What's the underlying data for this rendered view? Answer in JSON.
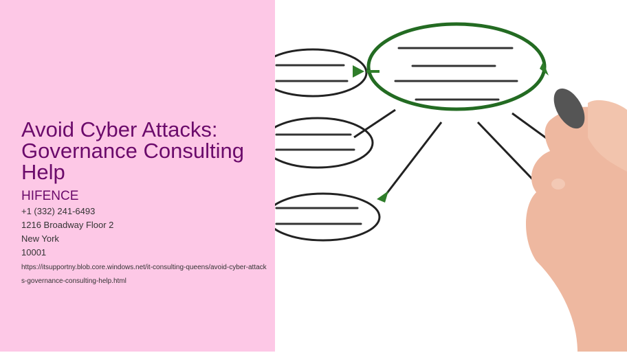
{
  "title": "Avoid Cyber Attacks: Governance Consulting Help",
  "company": "HIFENCE",
  "phone": "+1 (332) 241-6493",
  "address": "1216 Broadway Floor 2",
  "city": "New York",
  "zip": "10001",
  "url": "https://itsupportny.blob.core.windows.net/it-consulting-queens/avoid-cyber-attacks-governance-consulting-help.html",
  "colors": {
    "background": "#fdc8e6",
    "title": "#6b0b6b",
    "accent_green": "#2f7d2a"
  }
}
